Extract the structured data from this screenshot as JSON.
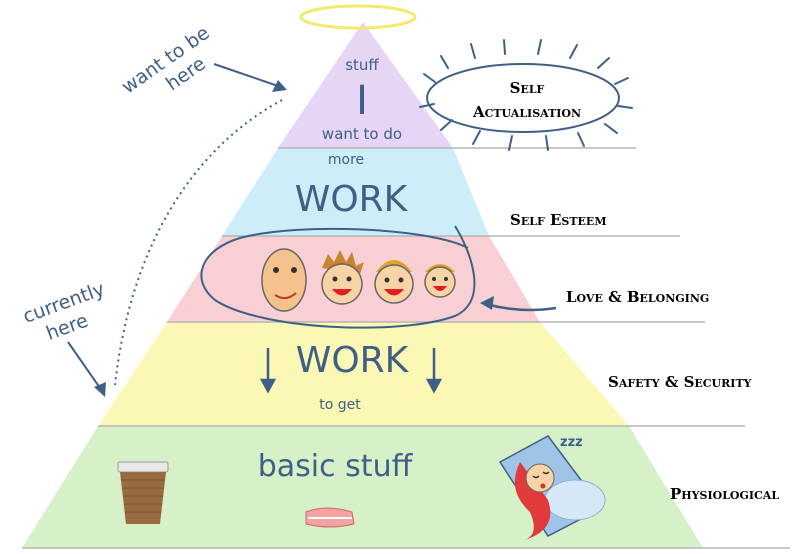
{
  "diagram": {
    "levels": [
      {
        "id": "self-actualisation",
        "label_line1": "Self",
        "label_line2": "Actualisation",
        "color": "#e6d5f5"
      },
      {
        "id": "self-esteem",
        "label": "Self Esteem",
        "color": "#cdeef8"
      },
      {
        "id": "love-belonging",
        "label": "Love & Belonging",
        "color": "#f8d0d4"
      },
      {
        "id": "safety-security",
        "label": "Safety & Security",
        "color": "#fbf7b4"
      },
      {
        "id": "physiological",
        "label": "Physiological",
        "color": "#d6f0c8"
      }
    ],
    "top_text": {
      "line1": "stuff",
      "line2": "I",
      "line3": "want to do"
    },
    "esteem_text": {
      "small": "more",
      "big": "WORK"
    },
    "safety_text": {
      "big": "WORK",
      "small": "to get"
    },
    "base_text": "basic stuff",
    "annotations": {
      "want_line1": "want to be",
      "want_line2": "here",
      "currently_line1": "currently",
      "currently_line2": "here"
    },
    "sleep_text": "zzz",
    "colors": {
      "ink": "#3f5f86",
      "halo": "#f3ea6c",
      "outline": "#9a9a9a"
    },
    "icons": [
      "halo-icon",
      "family-faces-icon",
      "coffee-cup-icon",
      "bacon-icon",
      "sleeping-person-icon",
      "arrow-icon"
    ]
  }
}
